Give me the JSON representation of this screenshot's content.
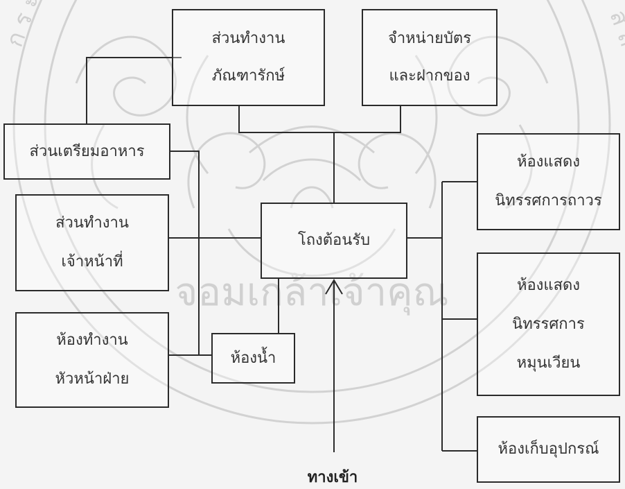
{
  "watermark": {
    "ring_text_left": "ก ร ะ จ อ ม เ ก ล้ า เ จ้ า คุ ณ ท ห า",
    "ring_text_right": "ส ถ า บั น เ ท ค โ น โ ล ยี พ ร ะ จ อ ม เ ก ล้ า",
    "bottom_text": "จอมเกล้าเจ้าคุณ"
  },
  "rooms": {
    "storage_work": [
      "ส่วนทำงาน",
      "ภัณฑารักษ์"
    ],
    "ticketing": [
      "จำหน่ายบัตร",
      "และฝากของ"
    ],
    "food_prep": [
      "ส่วนเตรียมอาหาร"
    ],
    "staff_work": [
      "ส่วนทำงาน",
      "เจ้าหน้าที่"
    ],
    "reception": [
      "โถงต้อนรับ"
    ],
    "head_office": [
      "ห้องทำงาน",
      "หัวหน้าฝ่าย"
    ],
    "restroom": [
      "ห้องน้ำ"
    ],
    "permanent_exhibit": [
      "ห้องแสดง",
      "นิทรรศการถาวร"
    ],
    "rotating_exhibit": [
      "ห้องแสดง",
      "นิทรรศการ",
      "หมุนเวียน"
    ],
    "equipment_storage": [
      "ห้องเก็บอุปกรณ์"
    ]
  },
  "entrance_label": "ทางเข้า",
  "colors": {
    "line": "#2a2a2a",
    "watermark": "#cfcfcf",
    "background": "#f4f4f4"
  }
}
